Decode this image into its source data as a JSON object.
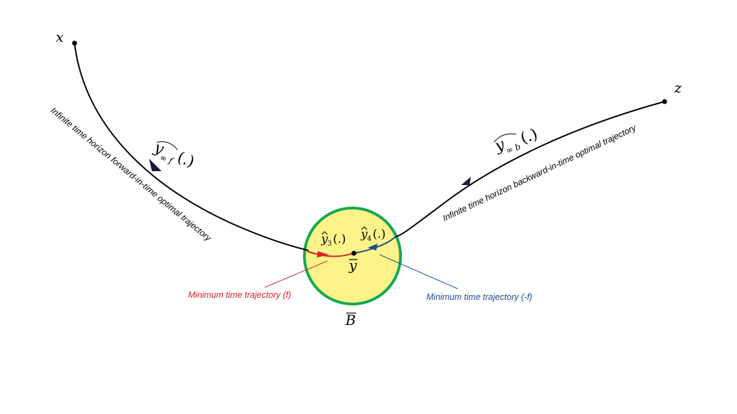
{
  "points": {
    "x_label": "x",
    "z_label": "z",
    "ybar_label": "y",
    "ball_label": "B"
  },
  "trajectories": {
    "forward_label": "Infinite time horizon forward-in-time optimal trajectory",
    "backward_label": "Infinite time horizon backward-in-time optimal trajectory",
    "forward_symbol_main": "y",
    "forward_symbol_sub": "∞ f",
    "forward_symbol_arg": "(.)",
    "backward_symbol_main": "y",
    "backward_symbol_sub": "∞ b",
    "backward_symbol_arg": "(.)",
    "y3_main": "y",
    "y3_sub": "3",
    "y3_arg": "(.)",
    "y4_main": "y",
    "y4_sub": "4",
    "y4_arg": "(.)",
    "min_time_f": "Minimum time trajectory (f)",
    "min_time_minus_f": "Minimum time trajectory (-f)"
  },
  "colors": {
    "ball_fill": "#fdf38a",
    "ball_stroke": "#14a851",
    "red_trajectory": "#d9222a",
    "blue_trajectory": "#1f4e8c",
    "black": "#000000"
  }
}
